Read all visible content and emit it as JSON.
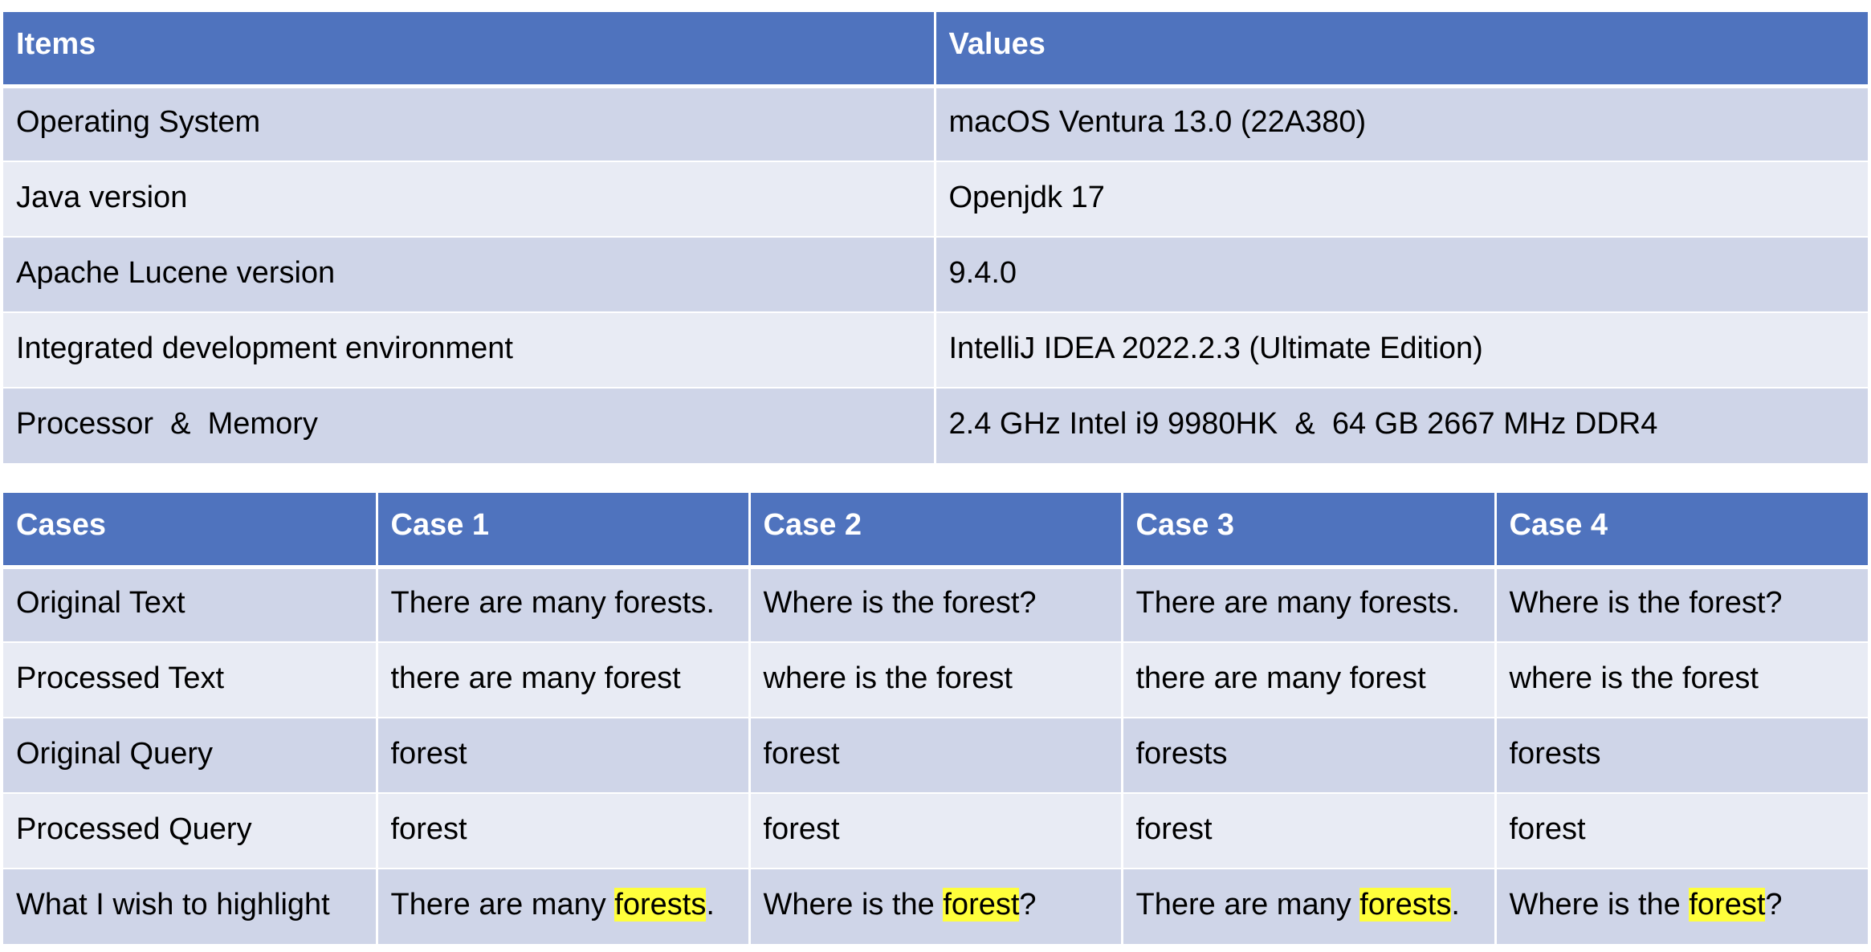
{
  "env_table": {
    "headers": [
      "Items",
      "Values"
    ],
    "rows": [
      [
        "Operating System",
        "macOS Ventura 13.0 (22A380)"
      ],
      [
        "Java version",
        "Openjdk 17"
      ],
      [
        "Apache Lucene version",
        "9.4.0"
      ],
      [
        "Integrated development environment",
        "IntelliJ IDEA 2022.2.3 (Ultimate Edition)"
      ],
      [
        "Processor  &  Memory",
        "2.4 GHz Intel i9 9980HK  &  64 GB 2667 MHz DDR4"
      ]
    ]
  },
  "cases_table": {
    "headers": [
      "Cases",
      "Case 1",
      "Case 2",
      "Case 3",
      "Case 4"
    ],
    "rows": [
      [
        "Original Text",
        "There are many forests.",
        "Where is the forest?",
        "There are many forests.",
        "Where is the forest?"
      ],
      [
        "Processed Text",
        "there are many forest",
        "where is the forest",
        "there are many forest",
        "where is the forest"
      ],
      [
        "Original Query",
        "forest",
        "forest",
        "forests",
        "forests"
      ],
      [
        "Processed Query",
        "forest",
        "forest",
        "forest",
        "forest"
      ]
    ],
    "highlight_row": {
      "label": "What I wish to highlight",
      "cells": [
        {
          "before": "There are many ",
          "highlight": "forests",
          "after": "."
        },
        {
          "before": "Where is the ",
          "highlight": "forest",
          "after": "?"
        },
        {
          "before": "There are many ",
          "highlight": "forests",
          "after": "."
        },
        {
          "before": "Where is the ",
          "highlight": "forest",
          "after": "?"
        }
      ]
    }
  },
  "colors": {
    "header_bg": "#4f73be",
    "row_odd": "#cfd5e8",
    "row_even": "#e8ebf4",
    "highlight": "#ffff3b"
  }
}
